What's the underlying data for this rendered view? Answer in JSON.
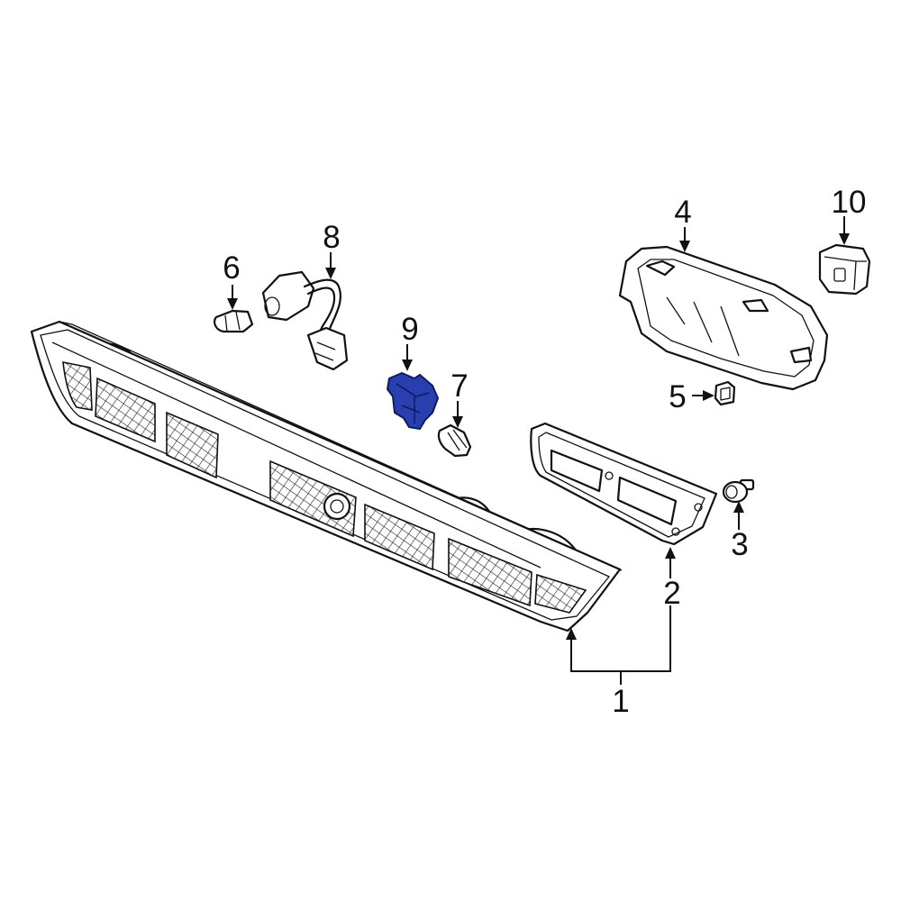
{
  "callouts": {
    "c1": "1",
    "c2": "2",
    "c3": "3",
    "c4": "4",
    "c5": "5",
    "c6": "6",
    "c7": "7",
    "c8": "8",
    "c9": "9",
    "c10": "10"
  },
  "colors": {
    "highlight": "#2a3fae",
    "line": "#111111",
    "background": "#ffffff"
  }
}
